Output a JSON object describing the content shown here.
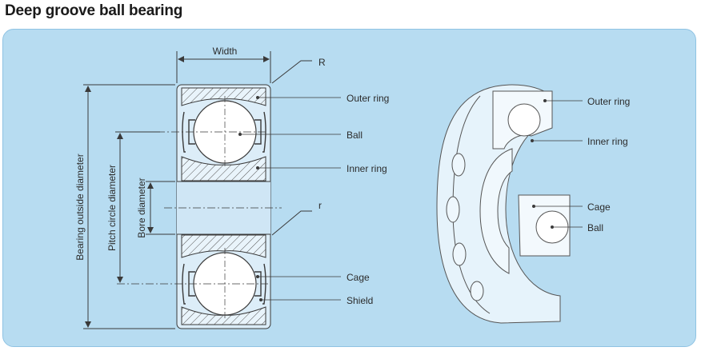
{
  "title": "Deep groove ball bearing",
  "colors": {
    "panel": "#b7dcf1",
    "line": "#3a3a3a",
    "face": "#e9f4fb"
  },
  "section": {
    "width_label": "Width",
    "r_outer_label": "R",
    "r_inner_label": "r",
    "outside_diameter_label": "Bearing outside diameter",
    "pitch_diameter_label": "Pitch circle diameter",
    "bore_diameter_label": "Bore diameter",
    "callouts": {
      "outer_ring": "Outer ring",
      "ball": "Ball",
      "inner_ring": "Inner ring",
      "cage": "Cage",
      "shield": "Shield"
    }
  },
  "perspective": {
    "callouts": {
      "outer_ring": "Outer ring",
      "inner_ring": "Inner ring",
      "cage": "Cage",
      "ball": "Ball"
    }
  }
}
